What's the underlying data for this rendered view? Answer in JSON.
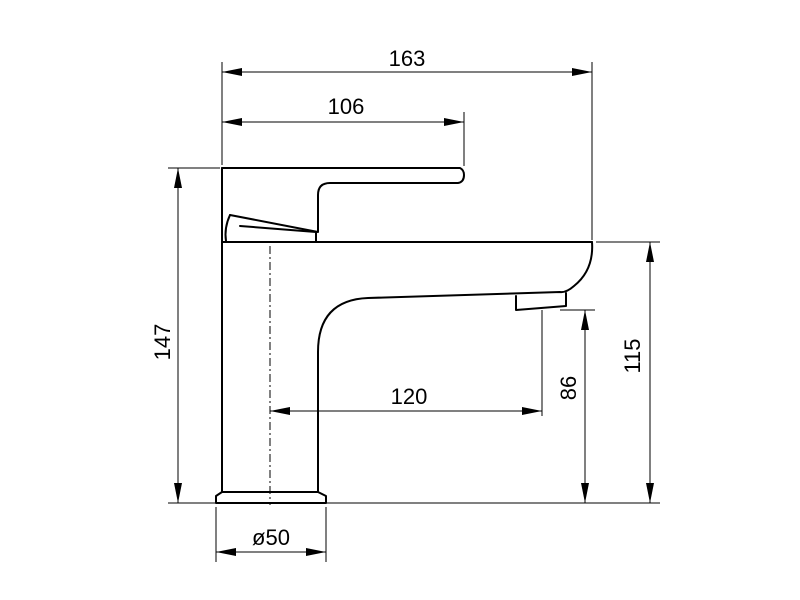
{
  "drawing": {
    "dimensions": {
      "overall_length": "163",
      "handle_length": "106",
      "total_height": "147",
      "body_height": "115",
      "spout_height": "86",
      "spout_reach": "120",
      "base_diameter": "ø50"
    }
  }
}
